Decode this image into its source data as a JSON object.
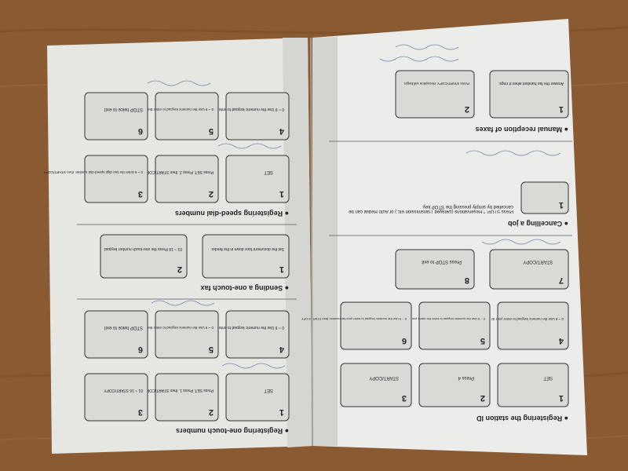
{
  "photo": {
    "subject": "open fax machine quick-reference booklet lying upside down on a wooden table",
    "colors": {
      "table": "#8a5a32",
      "paper": "#e9eae6",
      "shadow": "#cfd0cb",
      "ink": "#222222",
      "pencil": "#5b6a9a"
    }
  },
  "left_page": {
    "sections": [
      {
        "title": "Registering one-touch numbers",
        "steps": [
          {
            "n": "1",
            "text": "SET"
          },
          {
            "n": "2",
            "text": "Press SET. Press 1. then START/COPY"
          },
          {
            "n": "3",
            "text": "01 ~ 16 START/COPY"
          },
          {
            "n": "4",
            "text": "0 ~ 9 Use the numeric keypad to enter the fax number."
          },
          {
            "n": "5",
            "text": "0 ~ 9 Use the numeric keypad to enter the name of the destination."
          },
          {
            "n": "6",
            "text": "STOP twice to exit"
          }
        ]
      },
      {
        "title": "Sending a one-touch fax",
        "steps": [
          {
            "n": "1",
            "text": "Set the document face down in the feeder."
          },
          {
            "n": "2",
            "text": "01 ~ 16 Press the one-touch number keypad."
          }
        ]
      },
      {
        "title": "Registering speed-dial numbers",
        "steps": [
          {
            "n": "1",
            "text": "SET"
          },
          {
            "n": "2",
            "text": "Press SET. Press 2. then START/COPY"
          },
          {
            "n": "3",
            "text": "0 ~ 9 Enter the two digit speed-dial number. then START/COPY"
          },
          {
            "n": "4",
            "text": "0 ~ 9 Use the numeric keypad to enter the fax number."
          },
          {
            "n": "5",
            "text": "0 ~ 9 Use the numeric keypad to enter the name of the destination."
          },
          {
            "n": "6",
            "text": "STOP twice to exit"
          }
        ]
      }
    ]
  },
  "right_page": {
    "sections": [
      {
        "title": "Registering the station ID",
        "steps": [
          {
            "n": "1",
            "text": "SET"
          },
          {
            "n": "2",
            "text": "Press 4"
          },
          {
            "n": "3",
            "text": "START/COPY"
          },
          {
            "n": "4",
            "text": "0 ~ 9 Use the numeric keypad to enter your ID code."
          },
          {
            "n": "5",
            "text": "0 ~ 9 Use the numeric keypad to enter the name you wish to appear on the faxes."
          },
          {
            "n": "6",
            "text": "0 ~ 9 Use the numeric keypad to enter your fax number. then START/COPY"
          },
          {
            "n": "7",
            "text": "START/COPY"
          },
          {
            "n": "8",
            "text": "Press STOP to exit"
          }
        ]
      },
      {
        "title": "Cancelling a job",
        "steps": [
          {
            "n": "1",
            "text": "Press STOP. * Reservations (Delayed Transmission etc.) or Auto Redial can be cancelled by simply pressing the STOP key."
          }
        ]
      },
      {
        "title": "Manual reception of faxes",
        "steps": [
          {
            "n": "1",
            "text": "Answer the fax handset when it rings."
          },
          {
            "n": "2",
            "text": "Press START/COPY. Reception will begin."
          }
        ]
      }
    ]
  }
}
